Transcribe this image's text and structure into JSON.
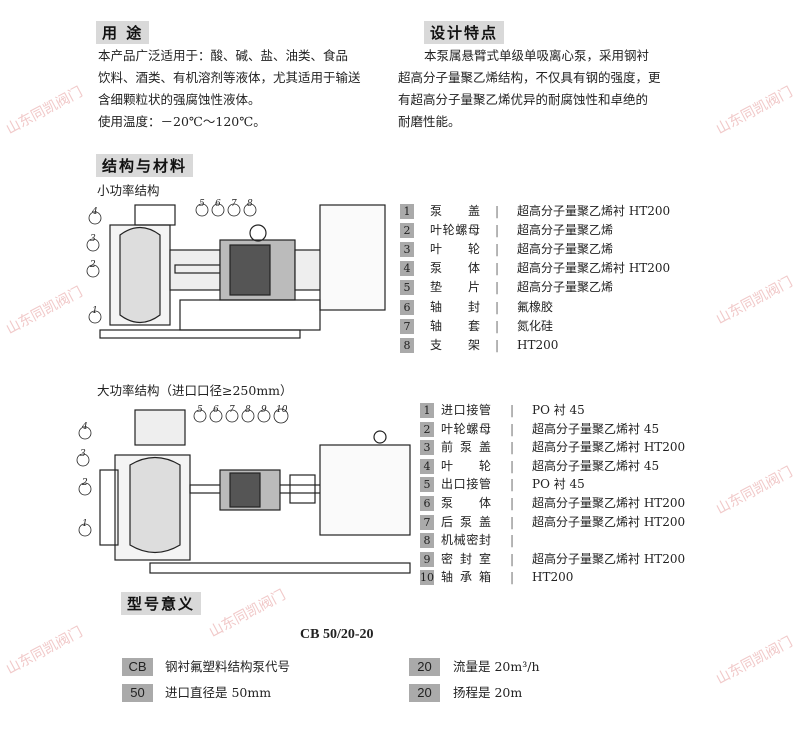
{
  "usage": {
    "heading": "用  途",
    "lines": [
      "本产品广泛适用于：酸、碱、盐、油类、食品",
      "饮料、酒类、有机溶剂等液体，尤其适用于输送",
      "含细颗粒状的强腐蚀性液体。",
      "使用温度：－20℃～120℃。"
    ]
  },
  "design": {
    "heading": "设计特点",
    "lines": [
      "本泵属悬臂式单级单吸离心泵，采用钢衬",
      "超高分子量聚乙烯结构，不仅具有钢的强度，更",
      "有超高分子量聚乙烯优异的耐腐蚀性和卓绝的",
      "耐磨性能。"
    ]
  },
  "structure": {
    "heading": "结构与材料",
    "small_title": "小功率结构",
    "large_title": "大功率结构（进口口径≥250mm）",
    "small_callouts": [
      "4",
      "3",
      "2",
      "1",
      "5",
      "6",
      "7",
      "8"
    ],
    "large_callouts": [
      "4",
      "3",
      "2",
      "1",
      "5",
      "6",
      "7",
      "8",
      "9",
      "10"
    ],
    "small_parts": [
      {
        "n": "1",
        "name": "泵盖",
        "material": "超高分子量聚乙烯衬 HT200"
      },
      {
        "n": "2",
        "name": "叶轮螺母",
        "material": "超高分子量聚乙烯"
      },
      {
        "n": "3",
        "name": "叶轮",
        "material": "超高分子量聚乙烯"
      },
      {
        "n": "4",
        "name": "泵体",
        "material": "超高分子量聚乙烯衬 HT200"
      },
      {
        "n": "5",
        "name": "垫片",
        "material": "超高分子量聚乙烯"
      },
      {
        "n": "6",
        "name": "轴封",
        "material": "氟橡胶"
      },
      {
        "n": "7",
        "name": "轴套",
        "material": "氮化硅"
      },
      {
        "n": "8",
        "name": "支架",
        "material": "HT200"
      }
    ],
    "large_parts": [
      {
        "n": "1",
        "name": "进口接管",
        "material": "PO 衬 45"
      },
      {
        "n": "2",
        "name": "叶轮螺母",
        "material": "超高分子量聚乙烯衬 45"
      },
      {
        "n": "3",
        "name": "前泵盖",
        "material": "超高分子量聚乙烯衬 HT200"
      },
      {
        "n": "4",
        "name": "叶轮",
        "material": "超高分子量聚乙烯衬 45"
      },
      {
        "n": "5",
        "name": "出口接管",
        "material": "PO 衬 45"
      },
      {
        "n": "6",
        "name": "泵体",
        "material": "超高分子量聚乙烯衬 HT200"
      },
      {
        "n": "7",
        "name": "后泵盖",
        "material": "超高分子量聚乙烯衬 HT200"
      },
      {
        "n": "8",
        "name": "机械密封",
        "material": ""
      },
      {
        "n": "9",
        "name": "密封室",
        "material": "超高分子量聚乙烯衬 HT200"
      },
      {
        "n": "10",
        "name": "轴承箱",
        "material": "HT200"
      }
    ],
    "separator": "|"
  },
  "model": {
    "heading": "型号意义",
    "example": "CB 50/20-20",
    "codes": [
      {
        "code": "CB",
        "desc": "钢衬氟塑料结构泵代号"
      },
      {
        "code": "50",
        "desc": "进口直径是 50mm"
      },
      {
        "code": "20",
        "desc": "流量是 20m³/h"
      },
      {
        "code": "20",
        "desc": "扬程是 20m"
      }
    ]
  },
  "watermark": "山东同凯阀门"
}
